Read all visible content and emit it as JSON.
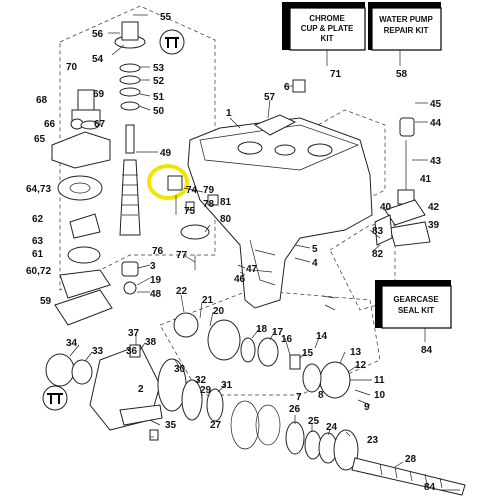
{
  "kits": [
    {
      "line1": "CHROME",
      "line2": "CUP & PLATE",
      "line3": "KIT",
      "ref": "71"
    },
    {
      "line1": "WATER PUMP",
      "line2": "REPAIR KIT",
      "line3": "",
      "ref": "58"
    },
    {
      "line1": "GEARCASE",
      "line2": "SEAL KIT",
      "line3": "",
      "ref": "84"
    }
  ],
  "labels": [
    "55",
    "56",
    "54",
    "53",
    "52",
    "51",
    "50",
    "70",
    "69",
    "68",
    "66",
    "67",
    "65",
    "64,73",
    "62",
    "63",
    "61",
    "60,72",
    "59",
    "49",
    "1",
    "57",
    "6",
    "45",
    "44",
    "43",
    "41",
    "40",
    "42",
    "39",
    "79",
    "78",
    "81",
    "80",
    "75",
    "74",
    "77",
    "76",
    "3",
    "19",
    "48",
    "83",
    "82",
    "5",
    "4",
    "47",
    "46",
    "22",
    "21",
    "20",
    "37",
    "38",
    "34",
    "33",
    "36",
    "35",
    "30",
    "32",
    "31",
    "18",
    "17",
    "16",
    "15",
    "14",
    "13",
    "12",
    "11",
    "10",
    "9",
    "8",
    "7",
    "26",
    "25",
    "24",
    "23",
    "28",
    "29",
    "27",
    "2",
    "84",
    "71",
    "58"
  ],
  "highlight": {
    "part": "74",
    "color": "#f2e600"
  }
}
